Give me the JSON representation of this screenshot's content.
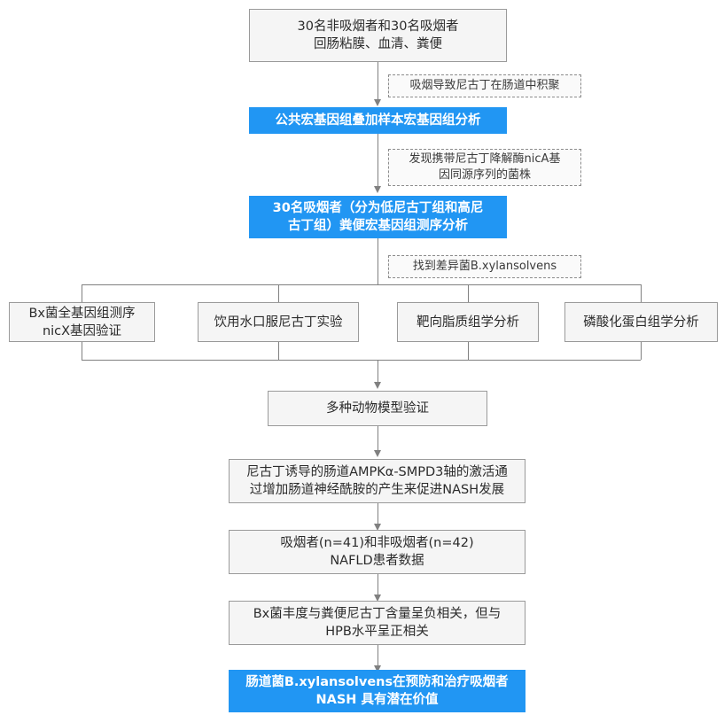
{
  "diagram": {
    "title": "Nicotine / gut microbiome NASH study workflow",
    "colors": {
      "highlight_fill": "#2196f3",
      "plain_fill": "#f5f5f5",
      "plain_border": "#9a9a9a",
      "note_border": "#8c8c8c",
      "connector": "#808080",
      "highlight_text": "#ffffff",
      "plain_text": "#2b2b2b"
    },
    "nodes": {
      "cohort": "30名非吸烟者和30名吸烟者\n回肠粘膜、血清、粪便",
      "note_nicotine_accumulation": "吸烟导致尼古丁在肠道中积聚",
      "public_metagenome": "公共宏基因组叠加样本宏基因组分析",
      "note_nica_homolog": "发现携带尼古丁降解酶nicA基\n因同源序列的菌株",
      "smoker_metagenome": "30名吸烟者（分为低尼古丁组和高尼\n古丁组）粪便宏基因组测序分析",
      "note_bxylansolvens": "找到差异菌B.xylansolvens",
      "branch_genome_seq": "Bx菌全基因组测序\nnicX基因验证",
      "branch_drinking_water": "饮用水口服尼古丁实验",
      "branch_lipidomics": "靶向脂质组学分析",
      "branch_phosphoproteomics": "磷酸化蛋白组学分析",
      "animal_models": "多种动物模型验证",
      "mechanism": "尼古丁诱导的肠道AMPKα-SMPD3轴的激活通\n过增加肠道神经酰胺的产生来促进NASH发展",
      "patient_data": "吸烟者(n=41)和非吸烟者(n=42)\nNAFLD患者数据",
      "correlation": "Bx菌丰度与粪便尼古丁含量呈负相关，但与\nHPB水平呈正相关",
      "conclusion": "肠道菌B.xylansolvens在预防和治疗吸烟者\nNASH 具有潜在价值"
    }
  }
}
